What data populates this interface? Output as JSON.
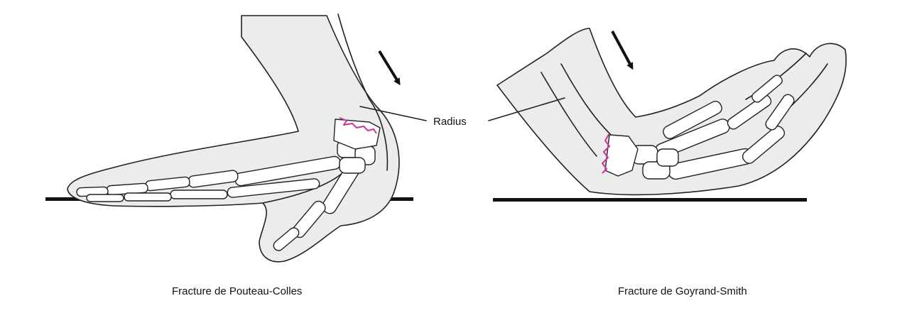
{
  "labels": {
    "radius": "Radius"
  },
  "captions": {
    "left": "Fracture de Pouteau-Colles",
    "right": "Fracture de Goyrand-Smith"
  },
  "colors": {
    "fracture": "#cc3399",
    "outline": "#222222",
    "skin": "#ececec",
    "bone": "#ffffff",
    "ground": "#111111"
  },
  "icons": {
    "force_arrow": "arrow-down-right-icon"
  }
}
